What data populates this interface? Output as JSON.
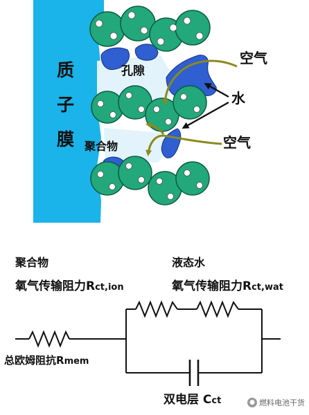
{
  "top_diagram": {
    "membrane_chars": [
      "质",
      "子",
      "膜"
    ],
    "pore_label": "孔隙",
    "polymer_label": "聚合物",
    "water_label": "水",
    "air_labels": [
      "空气",
      "空气"
    ]
  },
  "circuit": {
    "polymer_label": "聚合物",
    "polymer_resistance_label": "氧气传输阻力R",
    "polymer_resistance_sub": "ct,ion",
    "water_label": "液态水",
    "water_resistance_label": "氧气传输阻力R",
    "water_resistance_sub": "ct,wat",
    "ohmic_label": "总欧姆阻抗R",
    "ohmic_sub": "mem",
    "capacitor_label": "双电层 C",
    "capacitor_sub": "ct"
  },
  "watermark": {
    "text": "燃料电池干货",
    "icon": "wechat-icon"
  },
  "colors": {
    "membrane": "#1ab3ea",
    "carbon_particle": "#22a87a",
    "water_blob": "#2f5fd0",
    "air_arrow": "#8a8a1e"
  }
}
